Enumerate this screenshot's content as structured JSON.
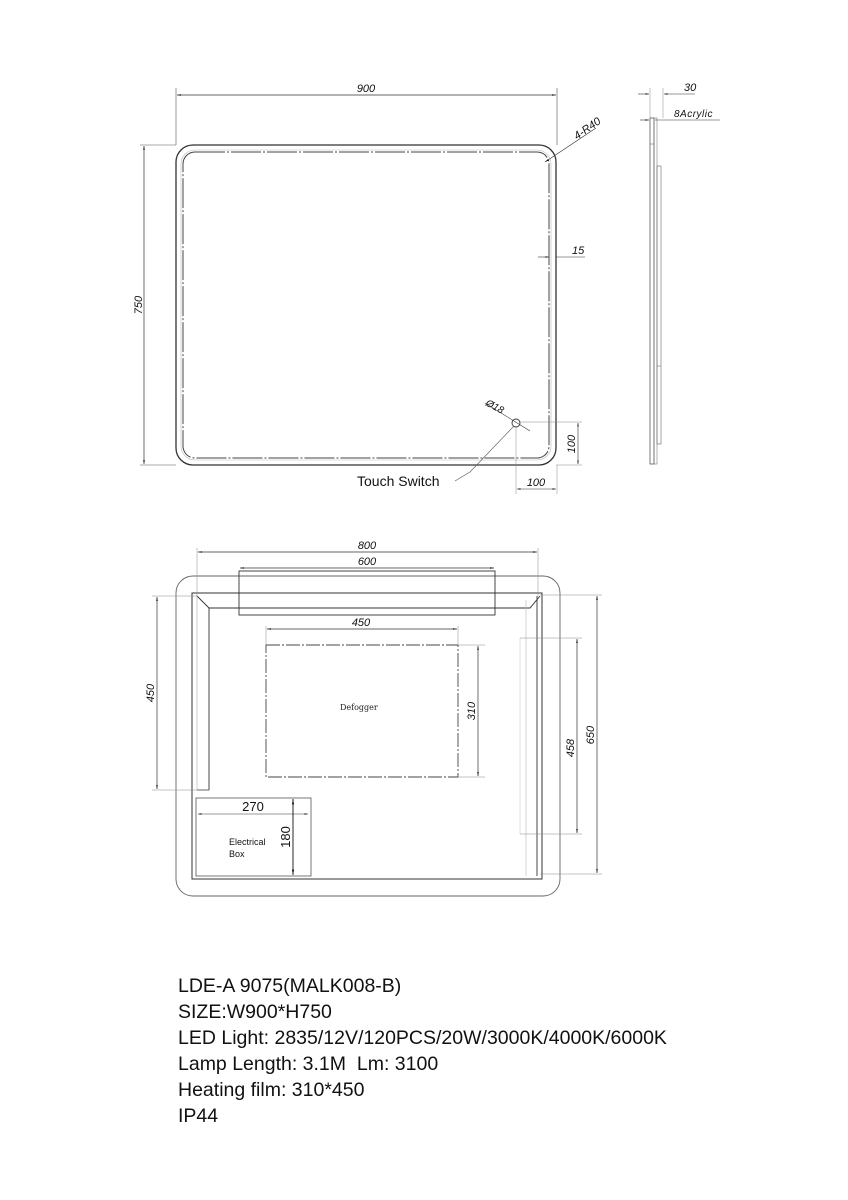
{
  "front_view": {
    "width_dim": "900",
    "height_dim": "750",
    "corner_radius": "4-R40",
    "led_inset": "15",
    "switch_diameter": "Ø18",
    "switch_offset_x": "100",
    "switch_offset_y": "100",
    "switch_label": "Touch Switch"
  },
  "side_view": {
    "depth_dim": "30",
    "acrylic_label": "8Acrylic"
  },
  "back_view": {
    "frame_width_dim": "800",
    "top_bar_dim": "600",
    "defogger_width_dim": "450",
    "defogger_height_dim": "310",
    "defogger_label": "Defogger",
    "left_bar_dim": "450",
    "right_inner_dim": "458",
    "right_outer_dim": "650",
    "electrical_box_width_dim": "270",
    "electrical_box_height_dim": "180",
    "electrical_box_label_1": "Electrical",
    "electrical_box_label_2": "Box"
  },
  "specs": {
    "model": "LDE-A 9075(MALK008-B)",
    "size": "SIZE:W900*H750",
    "led": "LED Light: 2835/12V/120PCS/20W/3000K/4000K/6000K",
    "lamp": "Lamp Length: 3.1M  Lm: 3100",
    "heating": "Heating film: 310*450",
    "ip": "IP44"
  }
}
